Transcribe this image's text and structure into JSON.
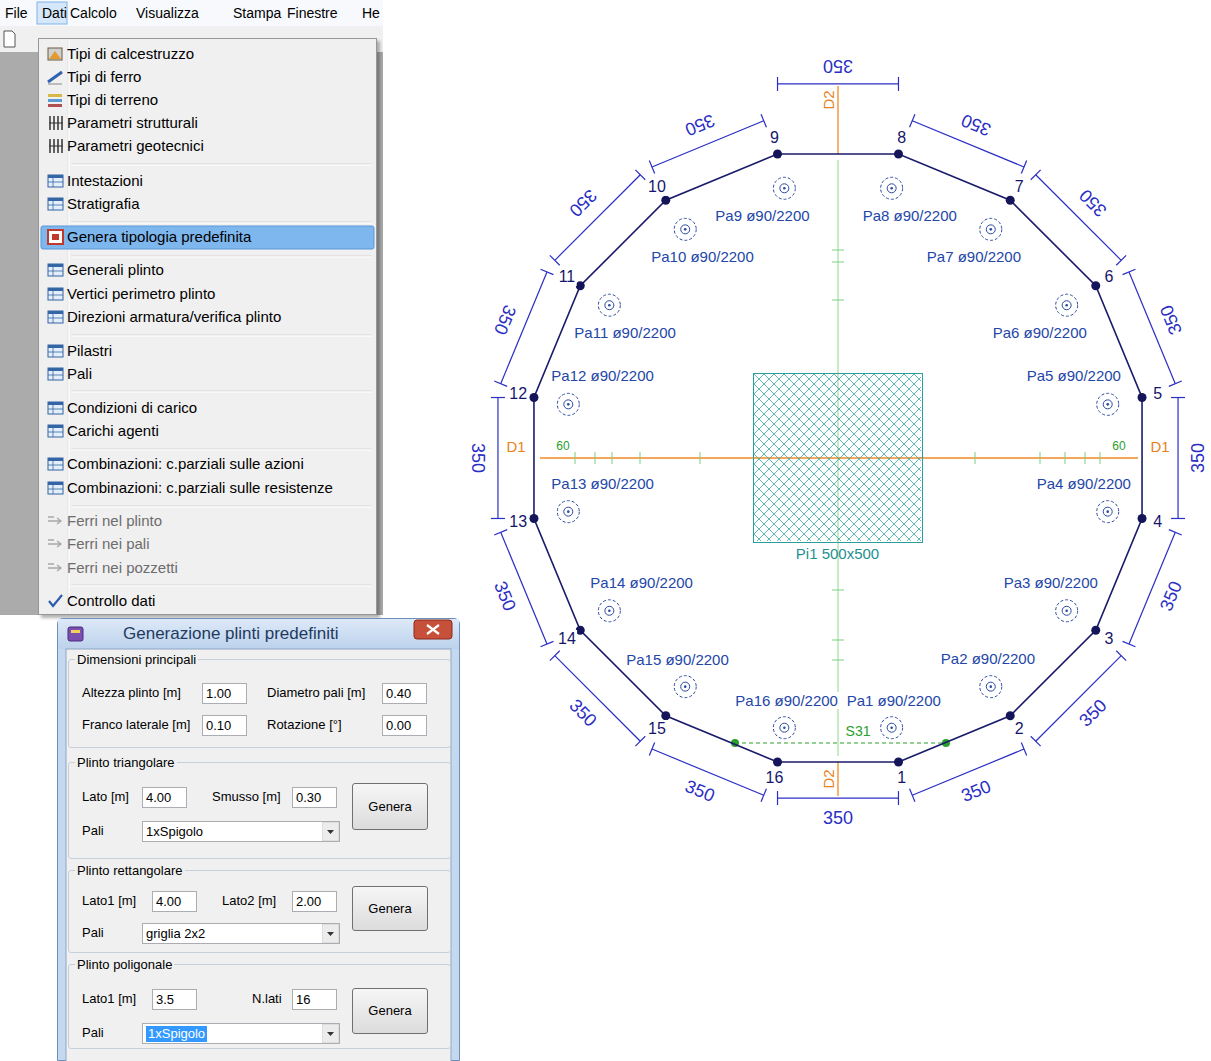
{
  "diagram": {
    "nodes": [
      {
        "text": [
          "File",
          "Dati",
          "Calcolo",
          "Visualizza",
          "Stampa",
          "Finestre",
          "He"
        ]
      },
      {
        "text": [
          "Tipi di calcestruzzo",
          "Tipi di ferro",
          "Tipi di terreno",
          "Parametri strutturali",
          "Parametri geotecnici",
          "Intestazioni",
          "Stratigrafia",
          "Genera tipologia predefinita",
          "Generali plinto",
          "Vertici perimetro plinto",
          "Direzioni armatura/verifica plinto",
          "Pilastri",
          "Pali",
          "Condizioni di carico",
          "Carichi agenti",
          "Combinazioni: c.parziali sulle azioni",
          "Combinazioni: c.parziali sulle resistenze",
          "Ferri nel plinto",
          "Ferri nei pali",
          "Ferri nei pozzetti",
          "Controllo dati"
        ]
      },
      {
        "text": [
          "Generazione plinti predefiniti"
        ]
      },
      {
        "text": [
          "Dimensioni principali",
          "Altezza plinto [m]",
          "Diametro pali [m]",
          "Franco laterale [m]",
          "Rotazione [°]"
        ],
        "in": 2
      },
      {
        "text": [
          "1.00"
        ],
        "in": 3
      },
      {
        "text": [
          "0.40"
        ],
        "in": 3
      },
      {
        "text": [
          "0.10"
        ],
        "in": 3
      },
      {
        "text": [
          "0.00"
        ],
        "in": 3
      },
      {
        "text": [
          "Plinto triangolare",
          "Lato [m]",
          "Smusso [m]",
          "Pali"
        ],
        "in": 2
      },
      {
        "text": [
          "4.00"
        ],
        "in": 8
      },
      {
        "text": [
          "0.30"
        ],
        "in": 8
      },
      {
        "text": [
          "Genera"
        ],
        "in": 8
      },
      {
        "text": [
          "1xSpigolo"
        ],
        "in": 8
      },
      {
        "text": [
          "Plinto rettangolare",
          "Lato1 [m]",
          "Lato2 [m]",
          "Pali"
        ],
        "in": 2
      },
      {
        "text": [
          "4.00"
        ],
        "in": 13
      },
      {
        "text": [
          "2.00"
        ],
        "in": 13
      },
      {
        "text": [
          "Genera"
        ],
        "in": 13
      },
      {
        "text": [
          "griglia 2x2"
        ],
        "in": 13
      },
      {
        "text": [
          "Plinto poligonale",
          "Lato1 [m]",
          "N.lati",
          "Pali"
        ],
        "in": 2
      },
      {
        "text": [
          "3.5"
        ],
        "in": 18
      },
      {
        "text": [
          "16"
        ],
        "in": 18
      },
      {
        "text": [
          "Genera"
        ],
        "in": 18
      },
      {
        "text": [
          "1xSpigolo"
        ],
        "in": 18
      },
      {
        "text": [
          "Pi1 500x500"
        ]
      }
    ],
    "labels": [
      "Pa1 ø90/2200",
      "Pa2 ø90/2200",
      "Pa3 ø90/2200",
      "Pa4 ø90/2200",
      "Pa5 ø90/2200",
      "Pa6 ø90/2200",
      "Pa7 ø90/2200",
      "Pa8 ø90/2200",
      "Pa9 ø90/2200",
      "Pa10 ø90/2200",
      "Pa11 ø90/2200",
      "Pa12 ø90/2200",
      "Pa13 ø90/2200",
      "Pa14 ø90/2200",
      "Pa15 ø90/2200",
      "Pa16 ø90/2200",
      "1",
      "2",
      "3",
      "4",
      "5",
      "6",
      "7",
      "8",
      "9",
      "10",
      "11",
      "12",
      "13",
      "14",
      "15",
      "16",
      "350",
      "350",
      "350",
      "350",
      "350",
      "350",
      "350",
      "350",
      "350",
      "350",
      "350",
      "350",
      "350",
      "350",
      "350",
      "350",
      "D1",
      "D1",
      "D2",
      "D2",
      "S31",
      "60",
      "60"
    ]
  }
}
